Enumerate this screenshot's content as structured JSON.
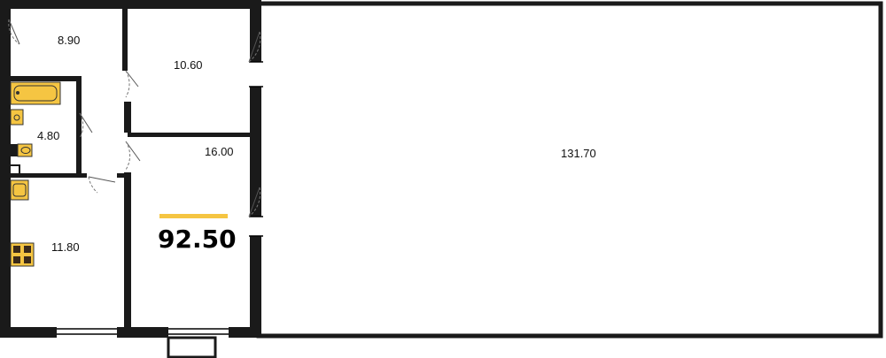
{
  "plan": {
    "total_area": "92.50",
    "accent_color": "#f5c542",
    "fixture_color": "#f5c542",
    "rooms": [
      {
        "id": "hall",
        "area": "8.90"
      },
      {
        "id": "bedroom",
        "area": "10.60"
      },
      {
        "id": "bathroom",
        "area": "4.80"
      },
      {
        "id": "living",
        "area": "16.00"
      },
      {
        "id": "kitchen",
        "area": "11.80"
      },
      {
        "id": "commercial",
        "area": "131.70"
      }
    ]
  }
}
